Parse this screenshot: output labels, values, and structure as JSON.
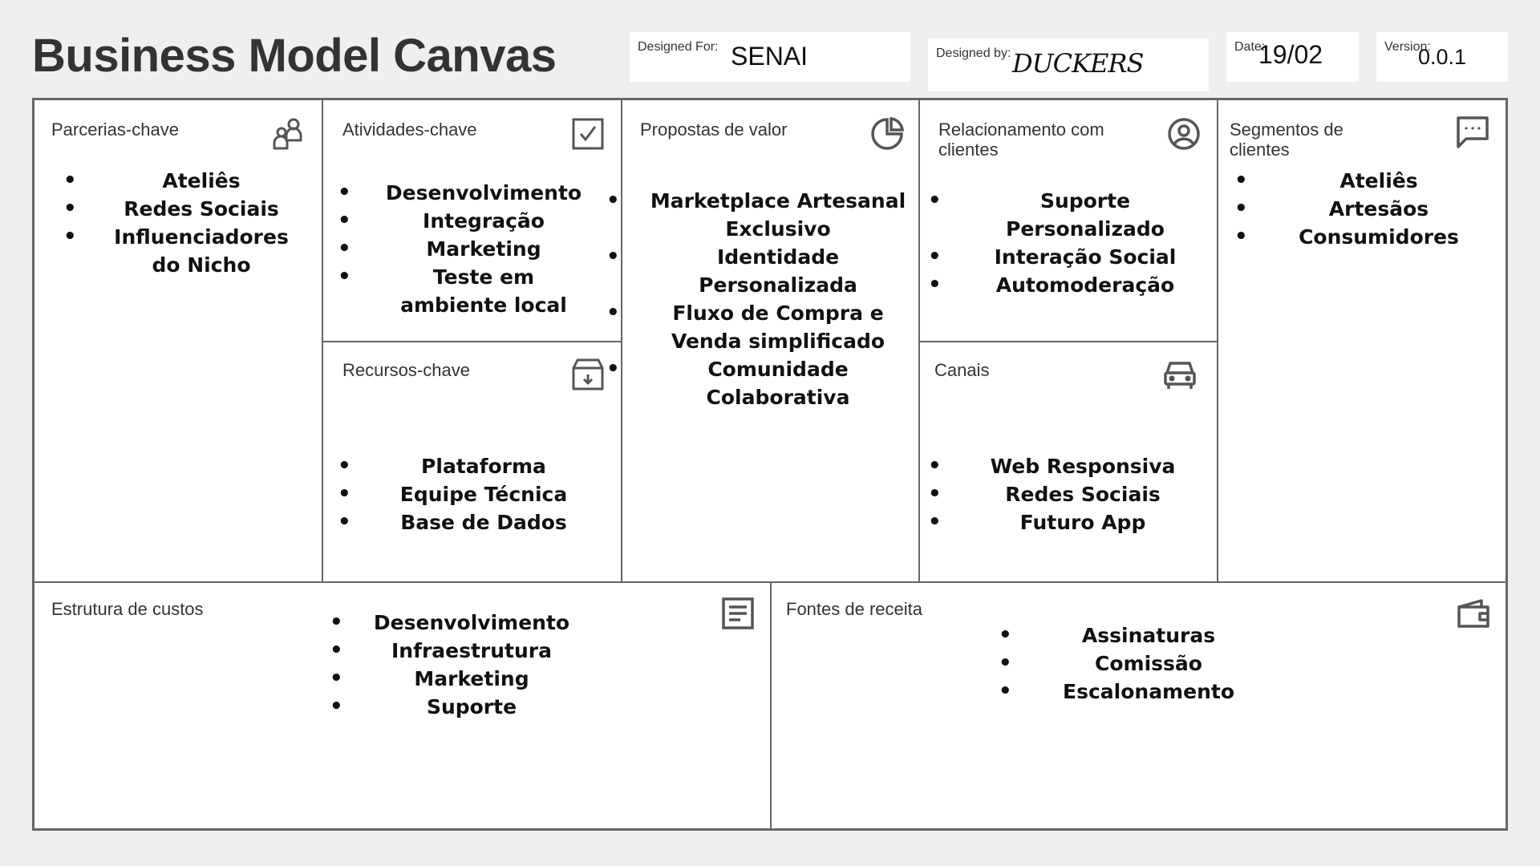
{
  "title": "Business Model Canvas",
  "header": {
    "designed_for": {
      "label": "Designed For:",
      "value": "SENAI"
    },
    "designed_by": {
      "label": "Designed by:",
      "value": "DUCKERS"
    },
    "date": {
      "label": "Date:",
      "value": "19/02"
    },
    "version": {
      "label": "Version:",
      "value": "0.0.1"
    }
  },
  "blocks": {
    "parcerias": {
      "title": "Parcerias-chave",
      "icon": "partners-icon",
      "items": [
        "Ateliês",
        "Redes Sociais",
        "Influenciadores do Nicho"
      ]
    },
    "atividades": {
      "title": "Atividades-chave",
      "icon": "checkbox-icon",
      "items": [
        "Desenvolvimento",
        "Integração",
        "Marketing",
        "Teste em ambiente local"
      ]
    },
    "recursos": {
      "title": "Recursos-chave",
      "icon": "archive-box-icon",
      "items": [
        "Plataforma",
        "Equipe Técnica",
        "Base de Dados"
      ]
    },
    "propostas": {
      "title": "Propostas de valor",
      "icon": "pie-chart-icon",
      "items": [
        "Marketplace Artesanal Exclusivo",
        "Identidade Personalizada",
        "Fluxo de Compra e Venda simplificado",
        "Comunidade Colaborativa"
      ]
    },
    "relacionamento": {
      "title": "Relacionamento com clientes",
      "icon": "user-circle-icon",
      "items": [
        "Suporte Personalizado",
        "Interação Social",
        "Automoderação"
      ]
    },
    "canais": {
      "title": "Canais",
      "icon": "car-icon",
      "items": [
        "Web Responsiva",
        "Redes Sociais",
        "Futuro App"
      ]
    },
    "segmentos": {
      "title": "Segmentos de clientes",
      "icon": "chat-bubble-icon",
      "items": [
        "Ateliês",
        "Artesãos",
        "Consumidores"
      ]
    },
    "custos": {
      "title": "Estrutura de custos",
      "icon": "document-icon",
      "items": [
        "Desenvolvimento",
        "Infraestrutura",
        "Marketing",
        "Suporte"
      ]
    },
    "receita": {
      "title": "Fontes de receita",
      "icon": "wallet-icon",
      "items": [
        "Assinaturas",
        "Comissão",
        "Escalonamento"
      ]
    }
  },
  "colors": {
    "border": "#666666",
    "background": "#efefef",
    "text": "#333333"
  }
}
